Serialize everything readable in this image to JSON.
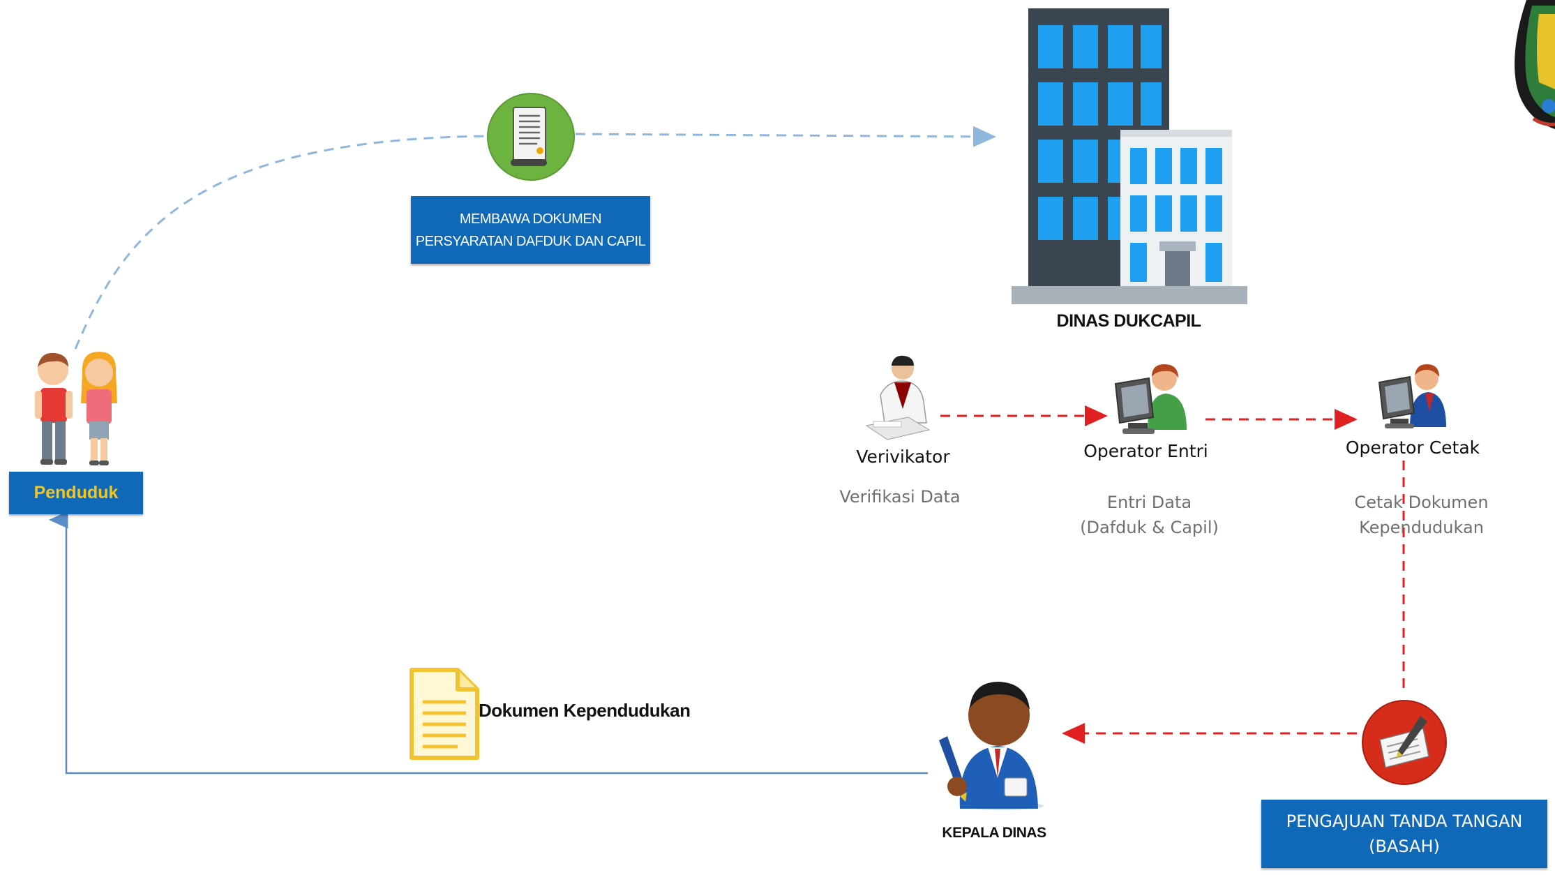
{
  "top_flow": {
    "step_label_line1": "MEMBAWA DOKUMEN",
    "step_label_line2": "PERSYARATAN DAFDUK DAN CAPIL",
    "destination_label": "DINAS DUKCAPIL"
  },
  "citizen": {
    "label": "Penduduk"
  },
  "roles": [
    {
      "name": "Verivikator",
      "task_line1": "Verifikasi Data",
      "task_line2": ""
    },
    {
      "name": "Operator Entri",
      "task_line1": "Entri Data",
      "task_line2": "(Dafduk & Capil)"
    },
    {
      "name": "Operator Cetak",
      "task_line1": "Cetak Dokumen",
      "task_line2": "Kependudukan"
    }
  ],
  "signing": {
    "label_line1": "PENGAJUAN TANDA TANGAN",
    "label_line2": "(BASAH)"
  },
  "head": {
    "label": "KEPALA DINAS"
  },
  "return_doc": {
    "label": "Dokumen Kependudukan"
  },
  "colors": {
    "box_blue": "#1069b8",
    "citizen_label": "#f5c518",
    "dashed_blue": "#8fb7dd",
    "dashed_red": "#e02020",
    "return_line": "#5b8cc6"
  }
}
